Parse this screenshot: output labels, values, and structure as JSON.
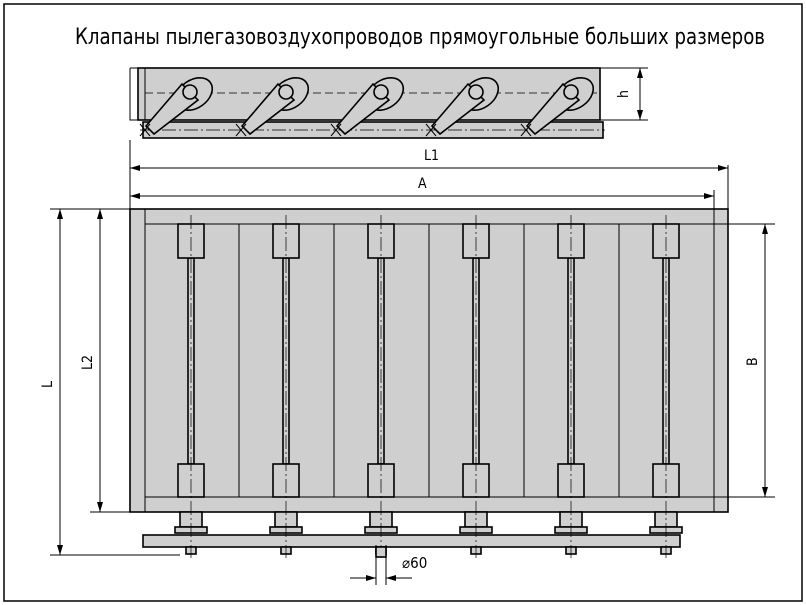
{
  "title": "Клапаны пылегазовоздухопроводов прямоугольные больших размеров",
  "dimensions": {
    "h": "h",
    "L1": "L1",
    "A": "A",
    "L": "L",
    "L2": "L2",
    "B": "B",
    "diameter": "⌀60"
  },
  "colors": {
    "fill": "#cfcfcf",
    "line": "#000000"
  }
}
